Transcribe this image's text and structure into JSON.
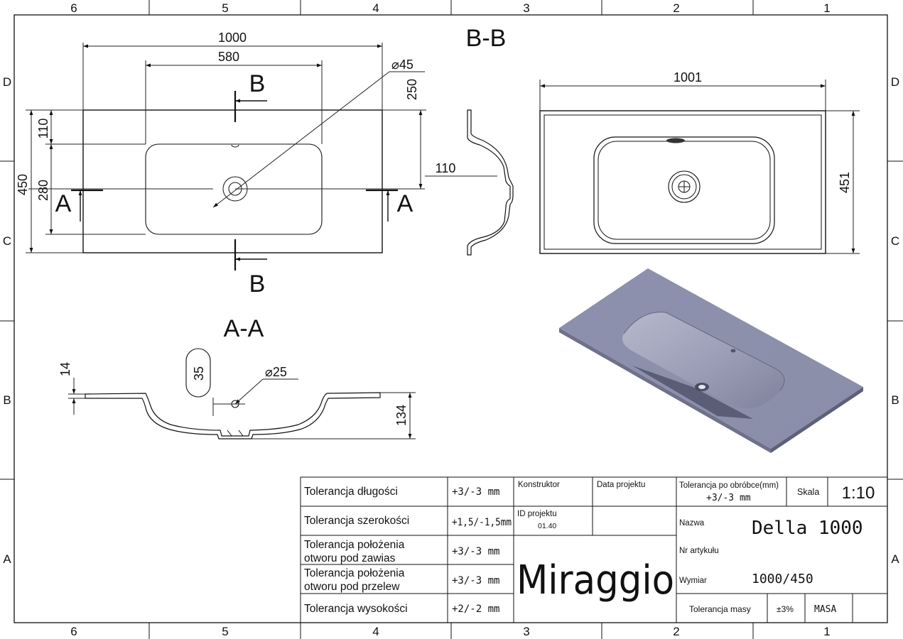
{
  "frame": {
    "columns": [
      "6",
      "5",
      "4",
      "3",
      "2",
      "1"
    ],
    "rows": [
      "D",
      "C",
      "B",
      "A"
    ]
  },
  "top_view": {
    "dim_width": "1000",
    "dim_basin": "580",
    "dim_hole": "⌀45",
    "dim_edge_top": "250",
    "dim_height": "450",
    "dim_110": "110",
    "dim_280": "280",
    "section_b_top": "B",
    "section_b_bottom": "B",
    "section_a_left": "A",
    "section_a_right": "A"
  },
  "section_bb": {
    "title": "B-B",
    "dim_110": "110"
  },
  "right_view": {
    "dim_width": "1001",
    "dim_height": "451"
  },
  "section_aa": {
    "title": "A-A",
    "dim_14": "14",
    "dim_35": "35",
    "dim_hole": "⌀25",
    "dim_134": "134"
  },
  "title_block": {
    "tolerances": [
      {
        "label_lines": [
          "Tolerancja długości"
        ],
        "value": "+3/-3 mm"
      },
      {
        "label_lines": [
          "Tolerancja szerokości"
        ],
        "value": "+1,5/-1,5mm"
      },
      {
        "label_lines": [
          "Tolerancja położenia",
          "otworu pod zawias"
        ],
        "value": "+3/-3 mm"
      },
      {
        "label_lines": [
          "Tolerancja położenia",
          "otworu pod przelew"
        ],
        "value": "+3/-3 mm"
      },
      {
        "label_lines": [
          "Tolerancja wysokości"
        ],
        "value": "+2/-2 mm"
      }
    ],
    "konstruktor_label": "Konstruktor",
    "data_projektu_label": "Data projektu",
    "id_projektu_label": "ID projektu",
    "id_projektu_value": "01.40",
    "brand": "Miraggio",
    "tol_obrobka_label": "Tolerancja po obróbce(mm)",
    "tol_obrobka_value": "+3/-3 mm",
    "skala_label": "Skala",
    "skala_value": "1:10",
    "nazwa_label": "Nazwa",
    "nazwa_value": "Della 1000",
    "nr_artykulu_label": "Nr artykułu",
    "wymiar_label": "Wymiar",
    "wymiar_value": "1000/450",
    "tol_masy_label": "Tolerancja masy",
    "tol_masy_value": "±3%",
    "masa_label": "MASA"
  }
}
